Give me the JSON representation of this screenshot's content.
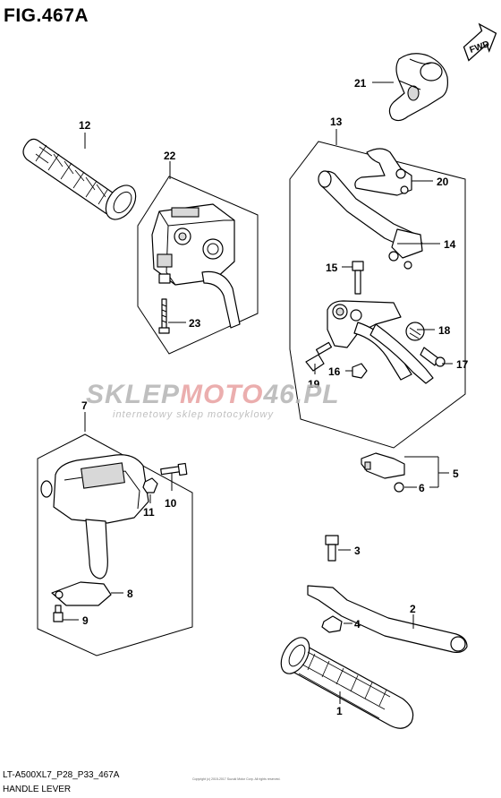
{
  "figure": {
    "title": "FIG.467A",
    "model_code": "LT-A500XL7_P28_P33_467A",
    "caption": "HANDLE LEVER",
    "small_print": "Copyright (c) 2015-2017 Suzuki Motor Corp. All rights reserved."
  },
  "direction_badge": {
    "label": "FWD"
  },
  "watermark": {
    "brand_left": "SKLEP",
    "brand_right": "MOTO",
    "brand_suffix": "46.PL",
    "tagline": "internetowy sklep motocyklowy",
    "accent_color": "#e0443a"
  },
  "callouts": [
    {
      "id": "1",
      "label": "1"
    },
    {
      "id": "2",
      "label": "2"
    },
    {
      "id": "3",
      "label": "3"
    },
    {
      "id": "4",
      "label": "4"
    },
    {
      "id": "5",
      "label": "5"
    },
    {
      "id": "6",
      "label": "6"
    },
    {
      "id": "7",
      "label": "7"
    },
    {
      "id": "8",
      "label": "8"
    },
    {
      "id": "9",
      "label": "9"
    },
    {
      "id": "10",
      "label": "10"
    },
    {
      "id": "11",
      "label": "11"
    },
    {
      "id": "12",
      "label": "12"
    },
    {
      "id": "13",
      "label": "13"
    },
    {
      "id": "14",
      "label": "14"
    },
    {
      "id": "15",
      "label": "15"
    },
    {
      "id": "16",
      "label": "16"
    },
    {
      "id": "17",
      "label": "17"
    },
    {
      "id": "18",
      "label": "18"
    },
    {
      "id": "19",
      "label": "19"
    },
    {
      "id": "20",
      "label": "20"
    },
    {
      "id": "21",
      "label": "21"
    },
    {
      "id": "22",
      "label": "22"
    },
    {
      "id": "23",
      "label": "23"
    }
  ]
}
